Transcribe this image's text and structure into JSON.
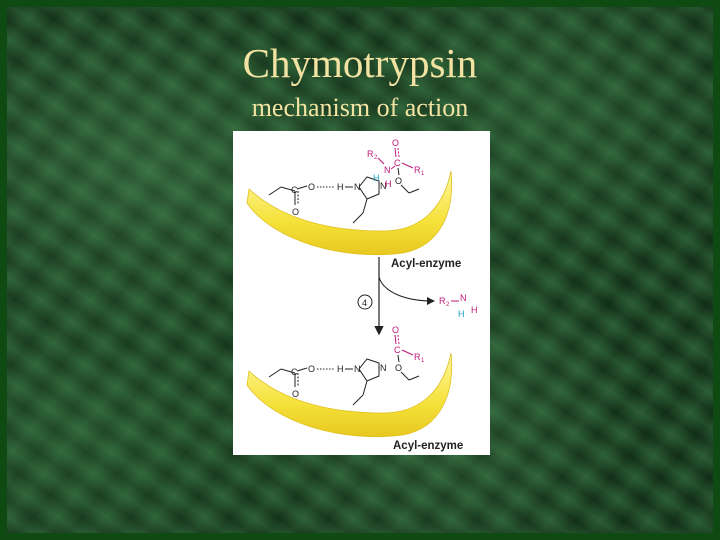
{
  "slide": {
    "title": "Chymotrypsin",
    "subtitle": "mechanism of action"
  },
  "figure": {
    "top_panel_label": "Acyl-enzyme",
    "bottom_panel_label": "Acyl-enzyme",
    "step_number": "4",
    "atoms": {
      "O": "O",
      "C": "C",
      "N": "N",
      "H": "H",
      "R1": "R",
      "R2": "R",
      "sub1": "1",
      "sub2": "2"
    },
    "colors": {
      "substrate": "#c0187a",
      "hydrogen": "#1aa0c8",
      "enzyme": "#f5e23a",
      "ink": "#222222"
    }
  }
}
